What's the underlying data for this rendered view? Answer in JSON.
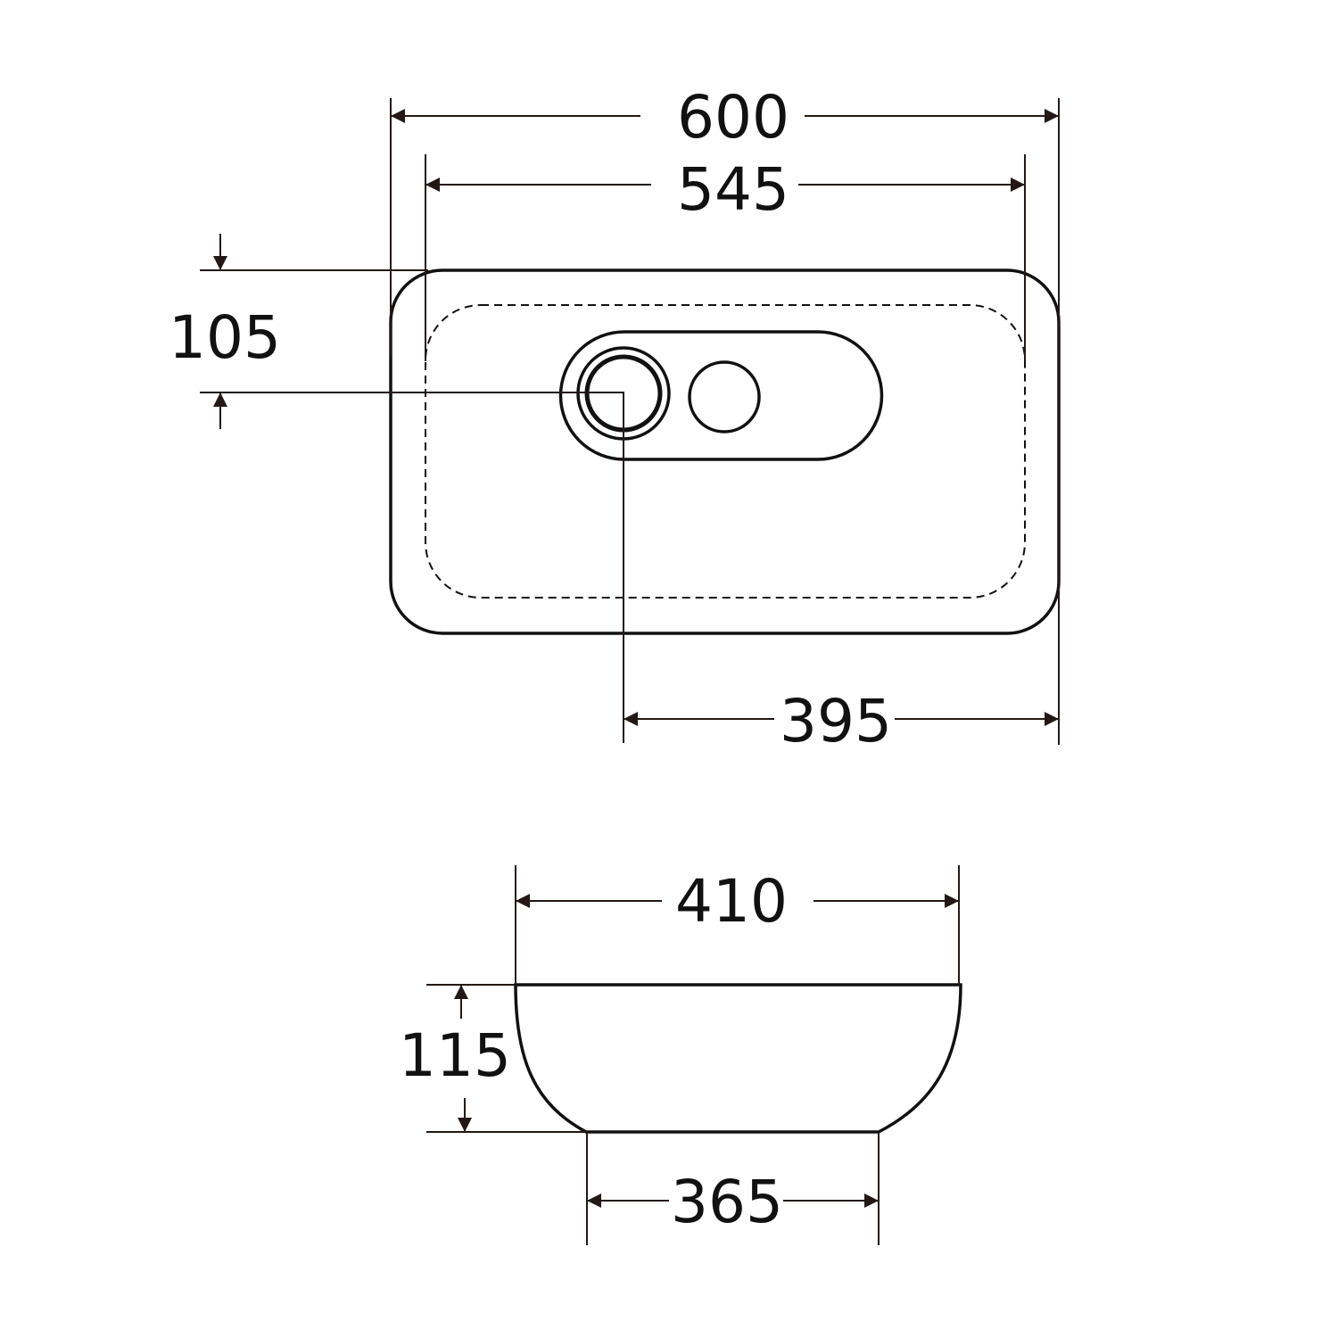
{
  "drawing": {
    "top_view": {
      "overall_width": "600",
      "inner_width": "545",
      "drain_offset_from_top": "105",
      "drain_offset_from_right": "395"
    },
    "side_view": {
      "top_width": "410",
      "height": "115",
      "base_width": "365"
    },
    "colors": {
      "line": "#111111",
      "dimension": "#231815"
    }
  }
}
